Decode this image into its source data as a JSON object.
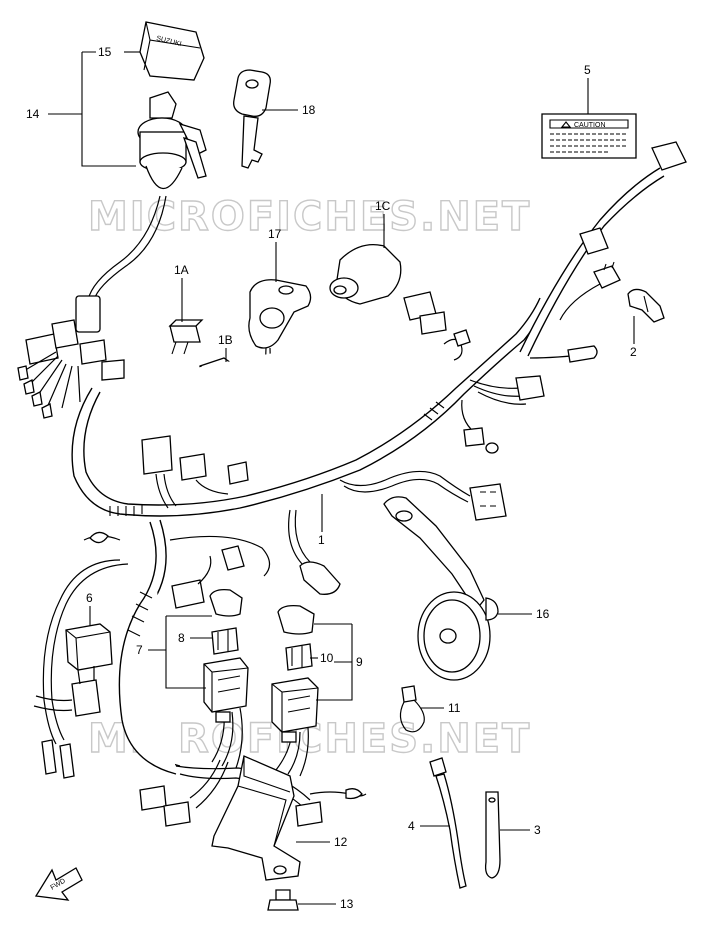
{
  "watermark": {
    "text_top": "MICROFICHES.NET",
    "text_bottom": "MICROFICHES.NET",
    "color": "#c8c8c8"
  },
  "caution_label": {
    "text": "CAUTION"
  },
  "key_cover_text": "SUZUKI",
  "fwd_arrow_text": "FWD",
  "callouts": [
    {
      "id": "c15",
      "label": "15",
      "part": "ignition-key-cover"
    },
    {
      "id": "c14",
      "label": "14",
      "part": "ignition-switch"
    },
    {
      "id": "c18",
      "label": "18",
      "part": "key-blank"
    },
    {
      "id": "c5",
      "label": "5",
      "part": "caution-label"
    },
    {
      "id": "c1C",
      "label": "1C",
      "part": "connector-cap"
    },
    {
      "id": "c17",
      "label": "17",
      "part": "handlebar-switch"
    },
    {
      "id": "c1A",
      "label": "1A",
      "part": "fuse-connector-a"
    },
    {
      "id": "c1B",
      "label": "1B",
      "part": "fuse-connector-b"
    },
    {
      "id": "c2",
      "label": "2",
      "part": "harness-clamp"
    },
    {
      "id": "c1",
      "label": "1",
      "part": "wiring-harness"
    },
    {
      "id": "c6",
      "label": "6",
      "part": "relay"
    },
    {
      "id": "c7",
      "label": "7",
      "part": "fuse-box-assy-left"
    },
    {
      "id": "c8",
      "label": "8",
      "part": "fuse-left"
    },
    {
      "id": "c9",
      "label": "9",
      "part": "fuse-box-assy-right"
    },
    {
      "id": "c10",
      "label": "10",
      "part": "fuse-right"
    },
    {
      "id": "c16",
      "label": "16",
      "part": "horn"
    },
    {
      "id": "c11",
      "label": "11",
      "part": "bulb-socket"
    },
    {
      "id": "c12",
      "label": "12",
      "part": "bracket"
    },
    {
      "id": "c13",
      "label": "13",
      "part": "bolt"
    },
    {
      "id": "c4",
      "label": "4",
      "part": "cable-tie"
    },
    {
      "id": "c3",
      "label": "3",
      "part": "clamp"
    }
  ]
}
